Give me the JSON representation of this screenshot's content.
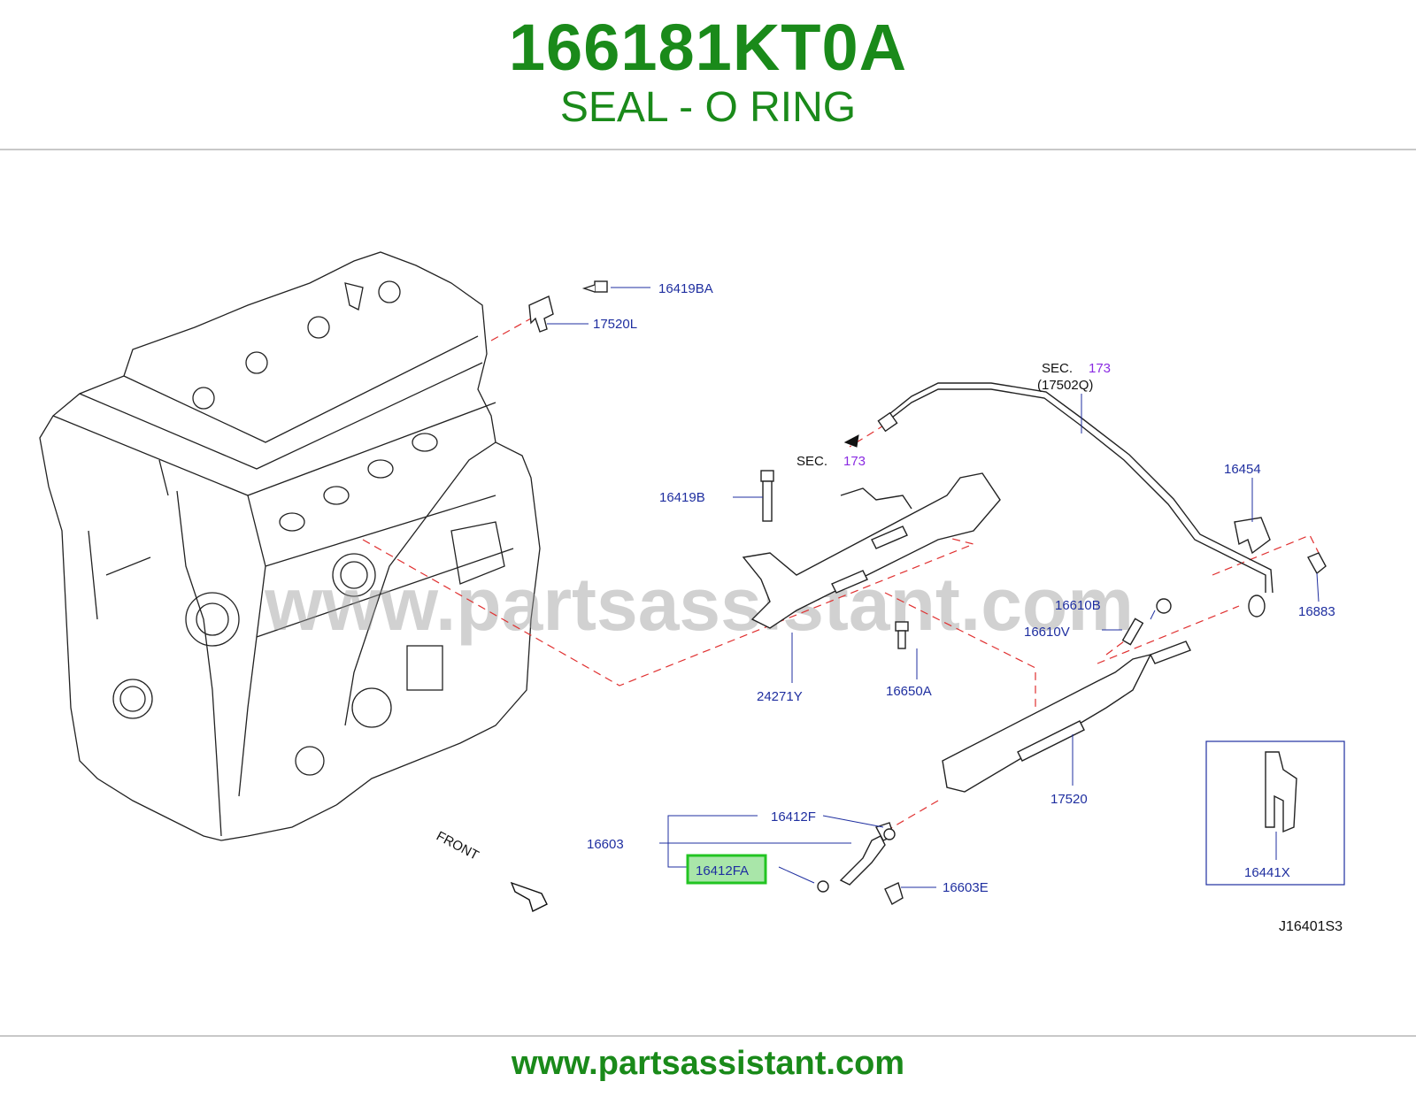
{
  "header": {
    "part_number": "166181KT0A",
    "part_name": "SEAL - O RING"
  },
  "diagram": {
    "watermark": "www.partsassistant.com",
    "labels": {
      "l_16419BA": "16419BA",
      "l_17520L": "17520L",
      "l_sec1": "SEC.",
      "l_sec1_num": "173",
      "l_17502Q": "(17502Q)",
      "l_sec2": "SEC.",
      "l_sec2_num": "173",
      "l_16419B": "16419B",
      "l_16454": "16454",
      "l_16610B": "16610B",
      "l_16610V": "16610V",
      "l_16883": "16883",
      "l_24271Y": "24271Y",
      "l_16650A": "16650A",
      "l_17520": "17520",
      "l_16412F": "16412F",
      "l_16603": "16603",
      "l_16412FA": "16412FA",
      "l_16603E": "16603E",
      "l_16441X": "16441X",
      "l_front": "FRONT",
      "l_code": "J16401S3"
    },
    "highlight_color": "#22c422"
  },
  "footer": {
    "url": "www.partsassistant.com"
  }
}
